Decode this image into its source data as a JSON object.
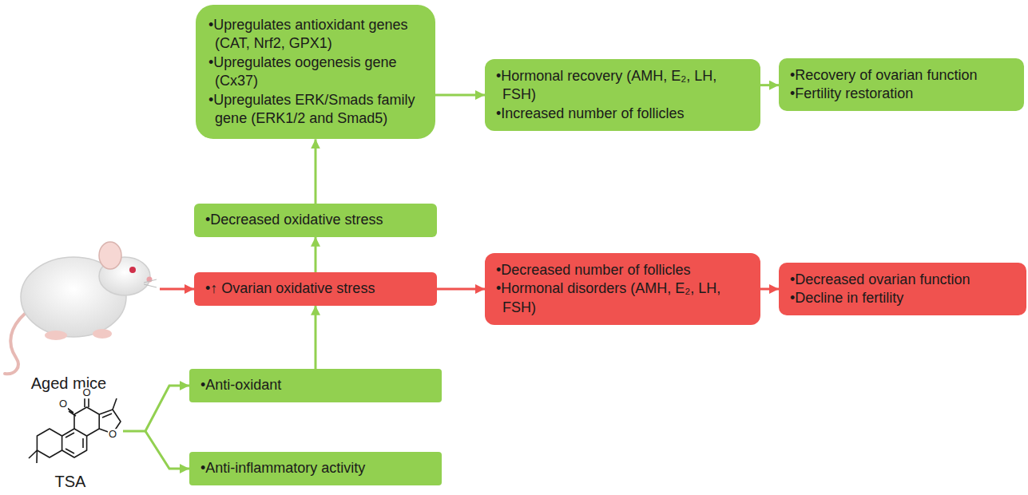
{
  "diagram": {
    "nodes": [
      {
        "text": [
          "•Upregulates antioxidant genes (CAT, Nrf2, GPX1)",
          "•Upregulates oogenesis gene (Cx37)",
          "•Upregulates ERK/Smads family gene (ERK1/2 and Smad5)"
        ]
      },
      {
        "text": [
          "•Hormonal recovery (AMH, E₂, LH, FSH)",
          "•Increased number of follicles"
        ]
      },
      {
        "text": [
          "•Recovery of ovarian function",
          "•Fertility restoration"
        ]
      },
      {
        "text": [
          "•Decreased oxidative stress"
        ]
      },
      {
        "text": [
          "•↑ Ovarian oxidative stress"
        ]
      },
      {
        "text": [
          "•Decreased number of follicles",
          "•Hormonal disorders (AMH, E₂, LH, FSH)"
        ]
      },
      {
        "text": [
          "•Decreased ovarian function",
          "•Decline in fertility"
        ]
      },
      {
        "text": [
          "•Anti-oxidant"
        ]
      },
      {
        "text": [
          "•Anti-inflammatory activity"
        ]
      }
    ],
    "edges": [
      {
        "from": 4,
        "to": 3,
        "arrow": "to"
      },
      {
        "from": 3,
        "to": 0,
        "arrow": "to"
      },
      {
        "from": 0,
        "to": 1,
        "arrow": "to"
      },
      {
        "from": 1,
        "to": 2,
        "arrow": "to"
      },
      {
        "from": 4,
        "to": 5,
        "arrow": "to"
      },
      {
        "from": 5,
        "to": 6,
        "arrow": "to"
      },
      {
        "from": 7,
        "to": 4,
        "arrow": "to"
      }
    ],
    "labels": [
      "Aged mice",
      "TSA",
      "O",
      "O",
      "O"
    ]
  }
}
